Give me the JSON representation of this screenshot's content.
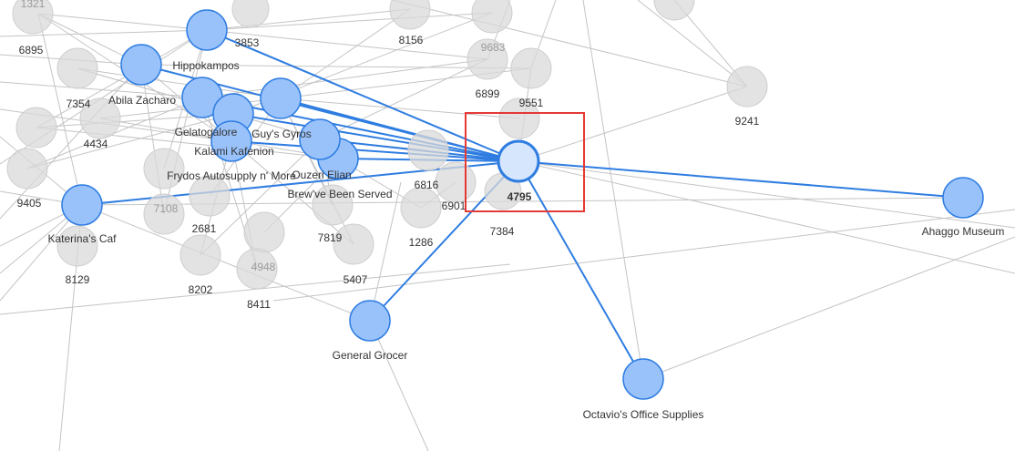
{
  "graph": {
    "selected_node": "4795",
    "background_nodes": [
      "1321",
      "6895",
      "8156",
      "9683",
      "6899",
      "9551",
      "9241",
      "7354",
      "4434",
      "9405",
      "7108",
      "2681",
      "7819",
      "6816",
      "6901",
      "1286",
      "7384",
      "4948",
      "8202",
      "8411",
      "5407",
      "8129"
    ],
    "location_nodes": [
      "3853",
      "Hippokampos",
      "Abila Zacharo",
      "Gelatogalore",
      "Guy's Gyros",
      "Kalami Kafenion",
      "Frydos Autosupply n' More",
      "Ouzeri Elian",
      "Brew've Been Served",
      "Katerina's Caf",
      "General Grocer",
      "Octavio's Office Supplies",
      "Ahaggo Museum"
    ],
    "colors": {
      "highlight_edge": "#2f7de1",
      "location_fill": "#99c2fb",
      "selected_fill": "#d6e7fd",
      "background_node": "#d9d9d9",
      "background_edge": "#c4c4c4",
      "selection_box": "#e53935"
    }
  }
}
